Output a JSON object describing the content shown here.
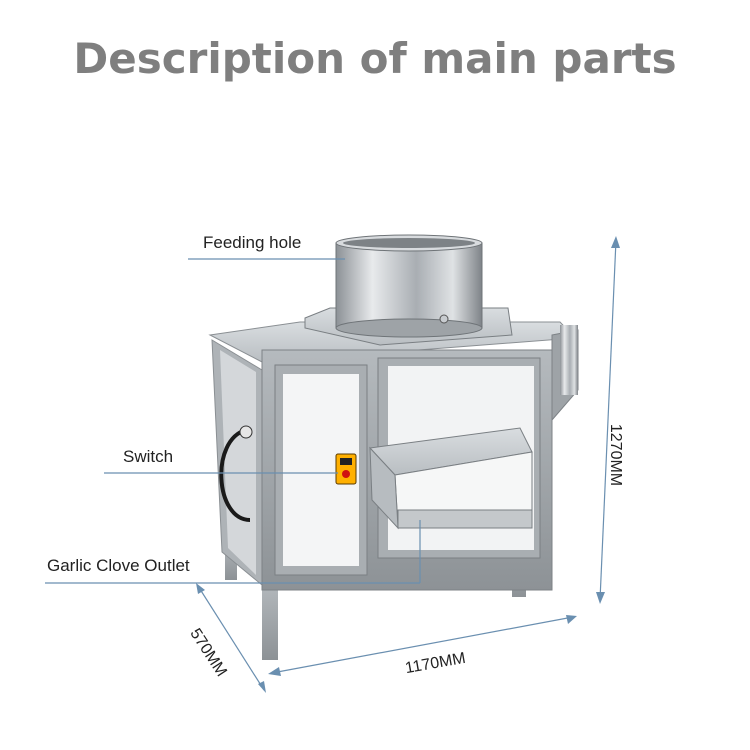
{
  "title": "Description of main parts",
  "labels": {
    "feeding_hole": "Feeding hole",
    "switch": "Switch",
    "outlet": "Garlic  Clove Outlet"
  },
  "dimensions": {
    "height": "1270MM",
    "length": "1170MM",
    "depth": "570MM"
  },
  "colors": {
    "title": "#7f7f7f",
    "leader_line": "#6a8fb0",
    "steel": "#c9cdd0",
    "panel": "#f3f3f3"
  }
}
